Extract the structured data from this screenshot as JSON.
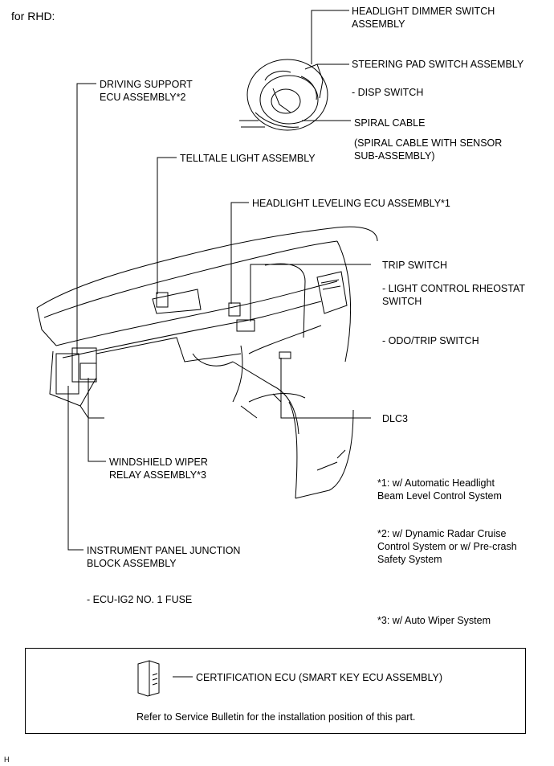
{
  "header": {
    "title": "for RHD:"
  },
  "labels": {
    "headlight_dimmer": "HEADLIGHT DIMMER SWITCH\nASSEMBLY",
    "steering_pad": "STEERING PAD SWITCH ASSEMBLY",
    "disp_switch": "- DISP SWITCH",
    "spiral_cable": "SPIRAL CABLE",
    "spiral_cable_sensor": "(SPIRAL CABLE WITH SENSOR\nSUB-ASSEMBLY)",
    "driving_support": "DRIVING SUPPORT\nECU ASSEMBLY*2",
    "telltale": "TELLTALE LIGHT ASSEMBLY",
    "headlight_leveling": "HEADLIGHT LEVELING ECU ASSEMBLY*1",
    "trip_switch": "TRIP SWITCH",
    "light_control": "- LIGHT CONTROL RHEOSTAT\nSWITCH",
    "odo_trip": "- ODO/TRIP SWITCH",
    "dlc3": "DLC3",
    "windshield_wiper": "WINDSHIELD WIPER\nRELAY ASSEMBLY*3",
    "instrument_panel_jb": "INSTRUMENT PANEL JUNCTION\nBLOCK ASSEMBLY",
    "ecu_ig2_fuse": "- ECU-IG2 NO. 1 FUSE"
  },
  "notes": {
    "note1": "*1: w/ Automatic Headlight\nBeam Level Control System",
    "note2": "*2: w/ Dynamic Radar Cruise\nControl System or w/ Pre-crash\nSafety System",
    "note3": "*3: w/ Auto Wiper System"
  },
  "bottom_box": {
    "certification_ecu": "CERTIFICATION ECU (SMART KEY ECU ASSEMBLY)",
    "service_bulletin": "Refer to Service Bulletin for the installation position of this part."
  },
  "footer": {
    "mark": "H"
  }
}
